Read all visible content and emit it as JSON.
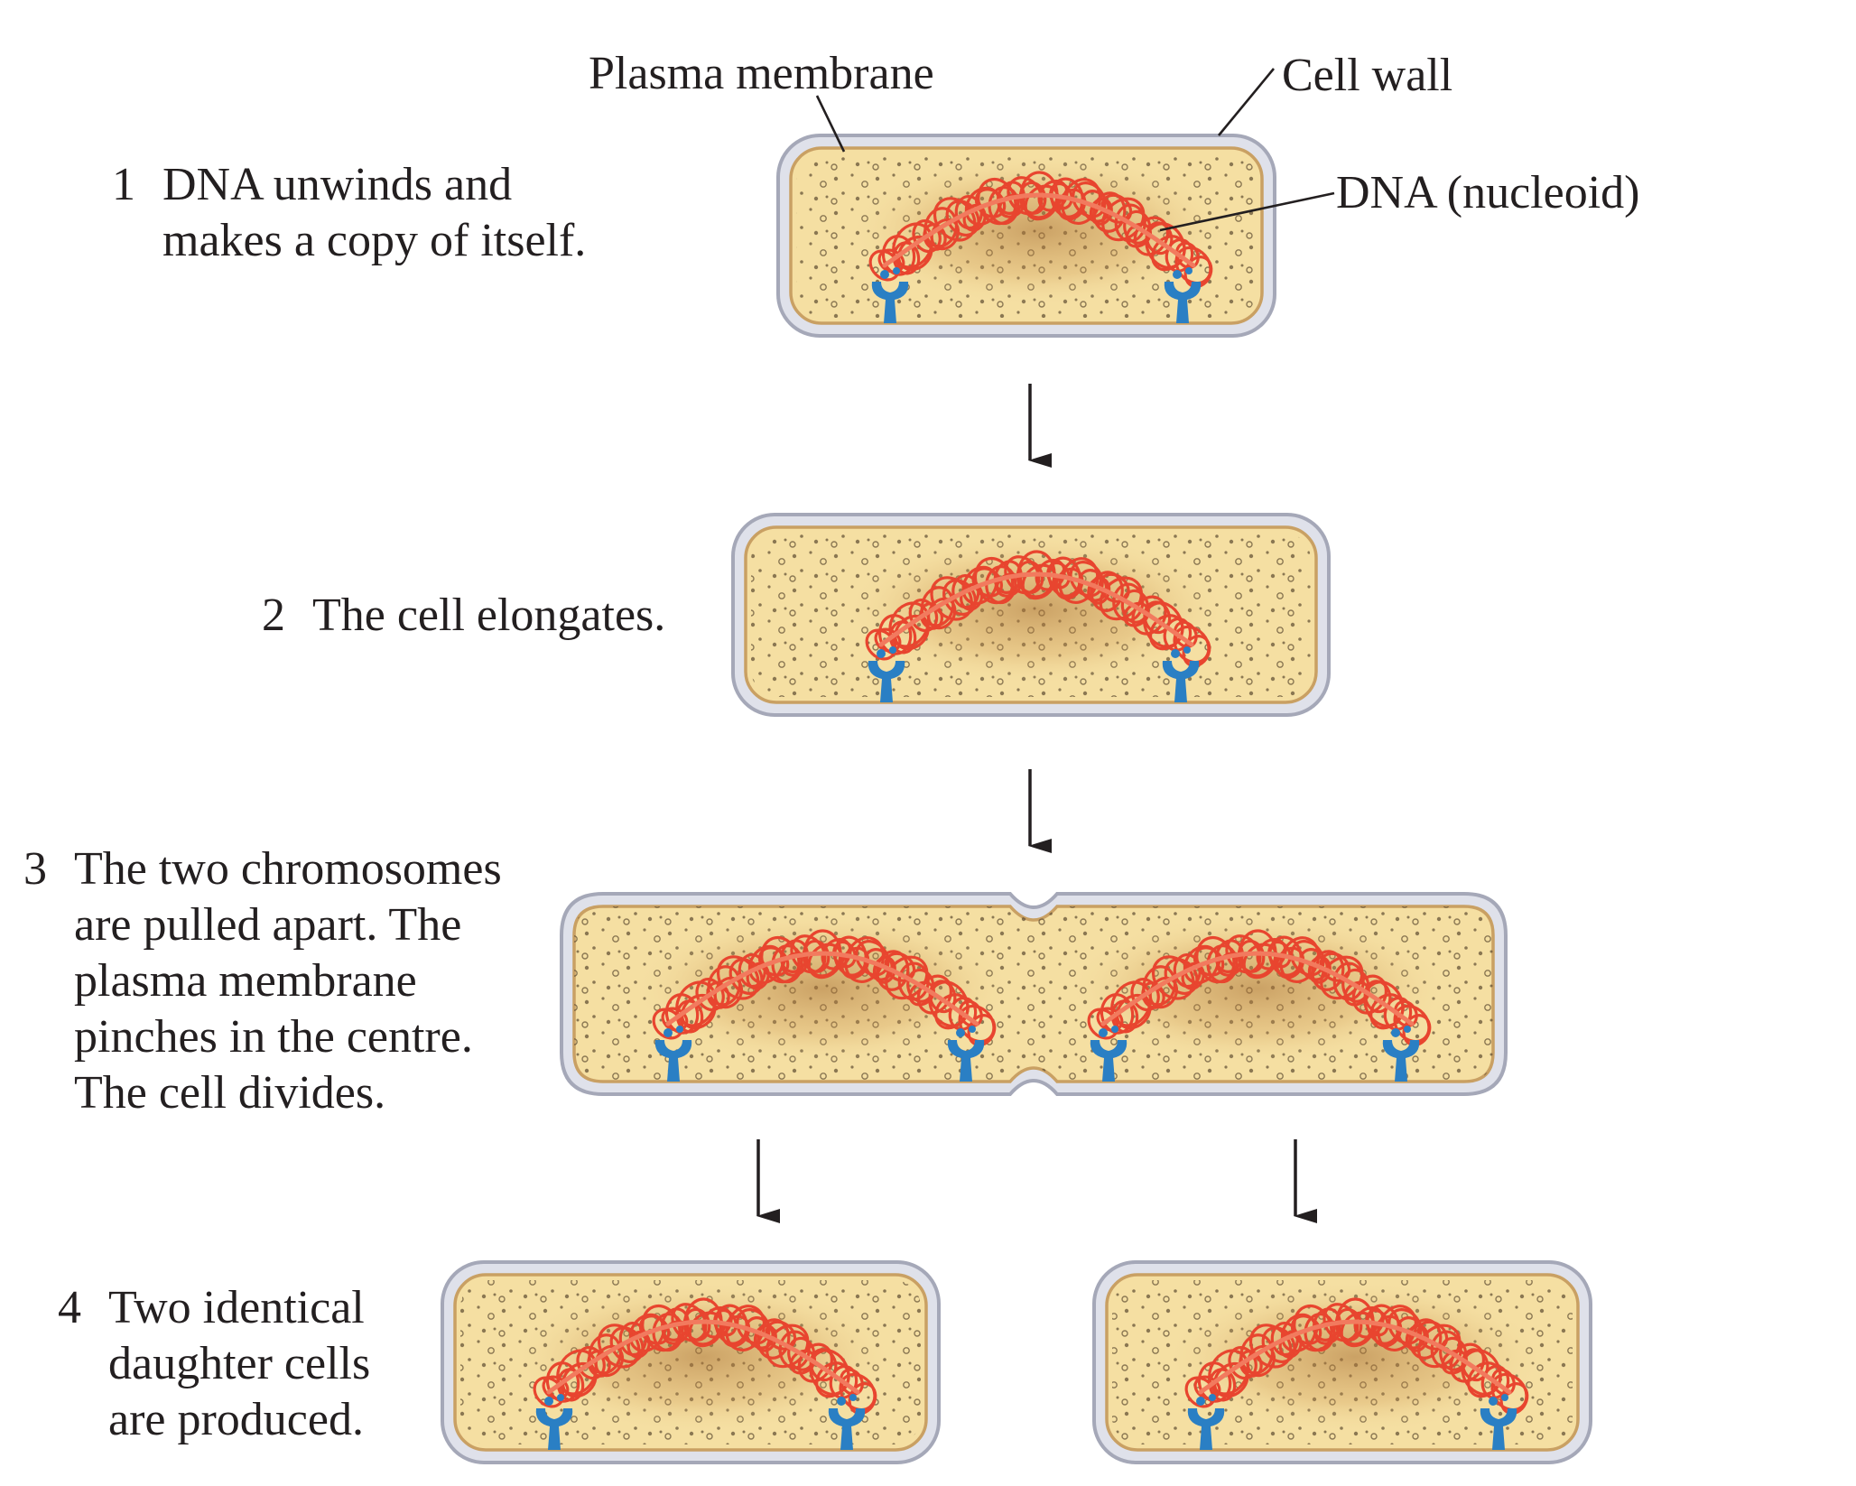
{
  "labels": {
    "plasma_membrane": "Plasma membrane",
    "cell_wall": "Cell wall",
    "dna": "DNA (nucleoid)"
  },
  "steps": [
    {
      "number": "1",
      "text": "DNA unwinds and\nmakes a copy of itself."
    },
    {
      "number": "2",
      "text": "The cell elongates."
    },
    {
      "number": "3",
      "text": "The two chromosomes\nare pulled apart. The\nplasma membrane\npinches in the centre.\nThe cell divides."
    },
    {
      "number": "4",
      "text": "Two identical\ndaughter cells\nare produced."
    }
  ],
  "colors": {
    "cytoplasm": "#f5dfa2",
    "membrane": "#c9a063",
    "cell_wall": "#dfe1ea",
    "cell_wall_edge": "#a5a8b8",
    "dna": "#e8452f",
    "dna_glow": "#b07a3c",
    "anchor": "#2a7fc4",
    "ink": "#231f20"
  }
}
